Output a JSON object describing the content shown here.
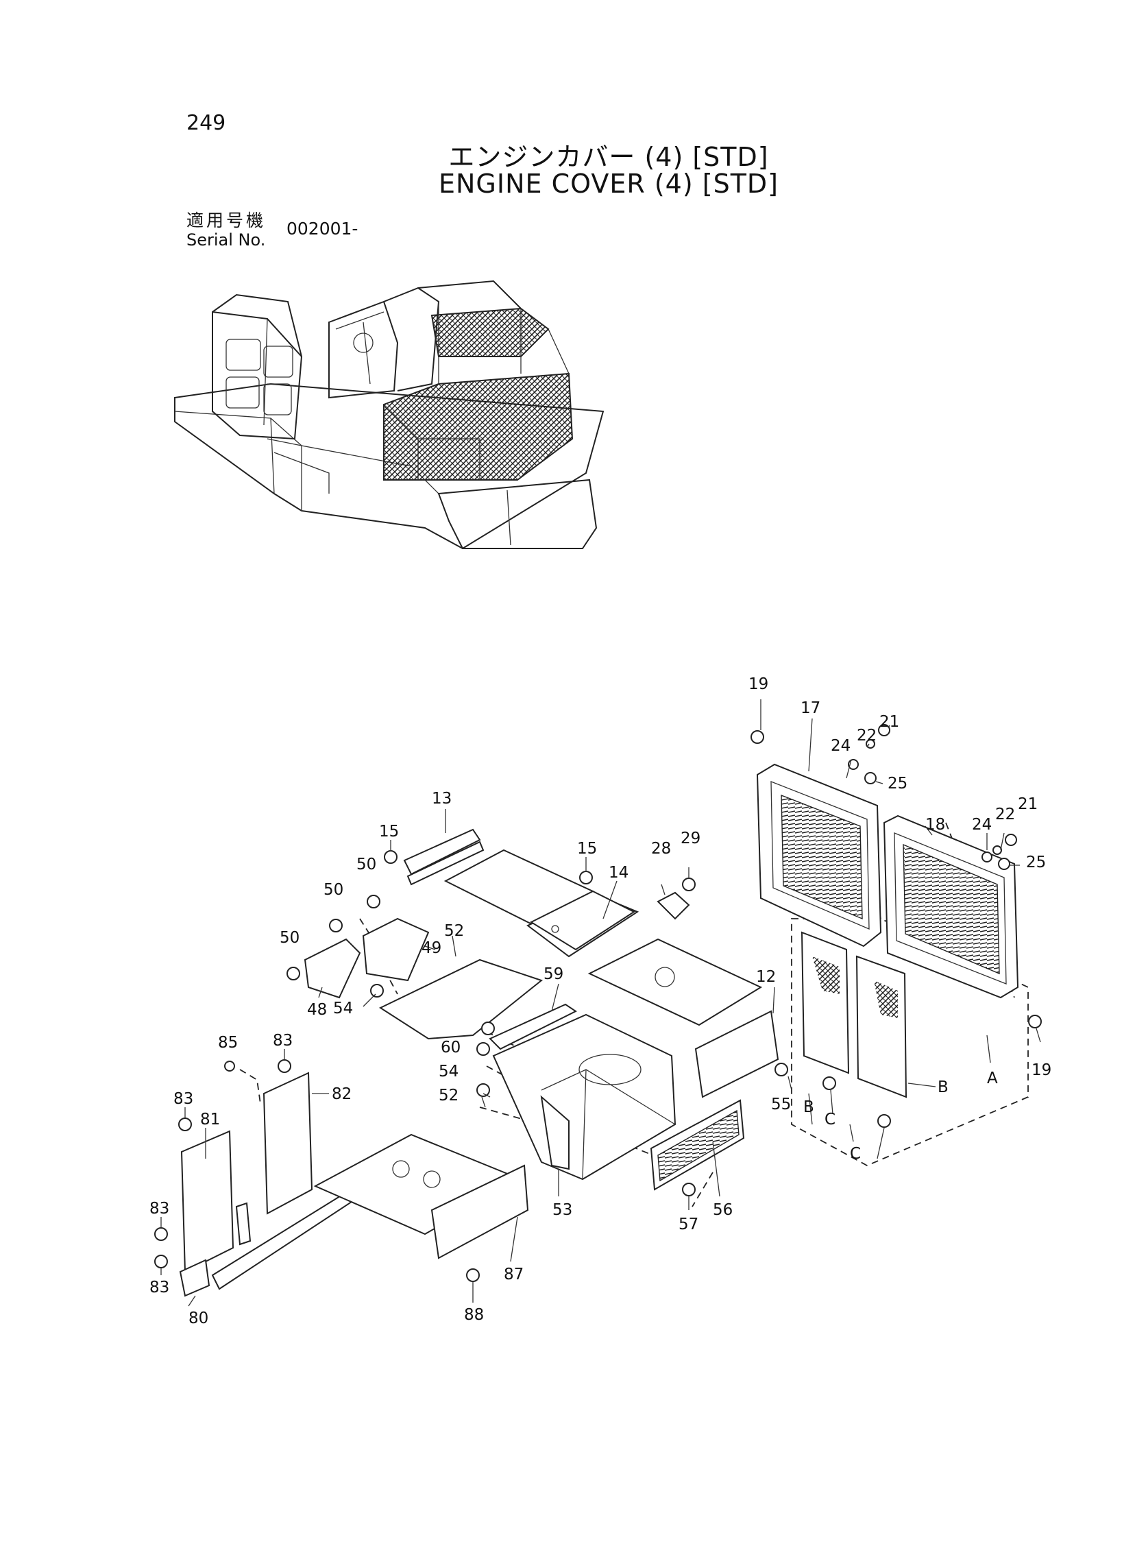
{
  "page_number": "249",
  "title_jp": "エンジンカバー (4) [STD]",
  "title_en": "ENGINE COVER (4) [STD]",
  "serial": {
    "label_jp": "適用号機",
    "label_en": "Serial No.",
    "value": "002001-"
  },
  "callouts": [
    {
      "id": "c19a",
      "text": "19"
    },
    {
      "id": "c17",
      "text": "17"
    },
    {
      "id": "c24a",
      "text": "24"
    },
    {
      "id": "c22a",
      "text": "22"
    },
    {
      "id": "c21a",
      "text": "21"
    },
    {
      "id": "c25a",
      "text": "25"
    },
    {
      "id": "c18",
      "text": "18"
    },
    {
      "id": "c24b",
      "text": "24"
    },
    {
      "id": "c22b",
      "text": "22"
    },
    {
      "id": "c21b",
      "text": "21"
    },
    {
      "id": "c25b",
      "text": "25"
    },
    {
      "id": "c13",
      "text": "13"
    },
    {
      "id": "c15a",
      "text": "15"
    },
    {
      "id": "c15b",
      "text": "15"
    },
    {
      "id": "c28",
      "text": "28"
    },
    {
      "id": "c29",
      "text": "29"
    },
    {
      "id": "c14",
      "text": "14"
    },
    {
      "id": "c50a",
      "text": "50"
    },
    {
      "id": "c50b",
      "text": "50"
    },
    {
      "id": "c50c",
      "text": "50"
    },
    {
      "id": "c52a",
      "text": "52"
    },
    {
      "id": "c49",
      "text": "49"
    },
    {
      "id": "c12",
      "text": "12"
    },
    {
      "id": "c48",
      "text": "48"
    },
    {
      "id": "c54a",
      "text": "54"
    },
    {
      "id": "c59",
      "text": "59"
    },
    {
      "id": "c85",
      "text": "85"
    },
    {
      "id": "c83a",
      "text": "83"
    },
    {
      "id": "c83b",
      "text": "83"
    },
    {
      "id": "c81",
      "text": "81"
    },
    {
      "id": "c82",
      "text": "82"
    },
    {
      "id": "c60",
      "text": "60"
    },
    {
      "id": "c54b",
      "text": "54"
    },
    {
      "id": "c52b",
      "text": "52"
    },
    {
      "id": "cB1",
      "text": "B"
    },
    {
      "id": "cA",
      "text": "A"
    },
    {
      "id": "c19b",
      "text": "19"
    },
    {
      "id": "c55",
      "text": "55"
    },
    {
      "id": "cB2",
      "text": "B"
    },
    {
      "id": "cC1",
      "text": "C"
    },
    {
      "id": "cC2",
      "text": "C"
    },
    {
      "id": "c83c",
      "text": "83"
    },
    {
      "id": "c53",
      "text": "53"
    },
    {
      "id": "c56",
      "text": "56"
    },
    {
      "id": "c57",
      "text": "57"
    },
    {
      "id": "c87",
      "text": "87"
    },
    {
      "id": "c83d",
      "text": "83"
    },
    {
      "id": "c80",
      "text": "80"
    },
    {
      "id": "c88",
      "text": "88"
    }
  ]
}
